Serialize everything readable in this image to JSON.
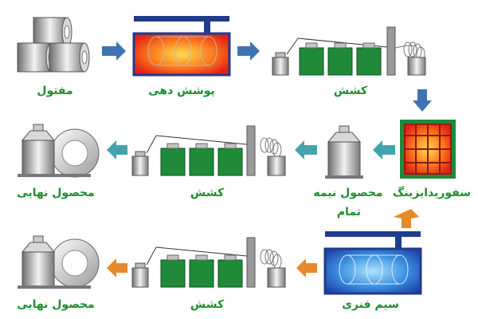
{
  "colors": {
    "label_green": "#1e8f2f",
    "arrow_blue": "#3f74b4",
    "arrow_teal": "#44a4ad",
    "arrow_orange": "#e68a2a",
    "tank_green": "#1f8a3a",
    "press_navy": "#1f3b8c"
  },
  "steps": {
    "wire_rod": "مفتول",
    "coating": "پوشش دهی",
    "drawing_1": "کشش",
    "spheroidizing": "سفوریدایزینگ",
    "semi_finished_line1": "محصول نیمه",
    "semi_finished_line2": "تمام",
    "drawing_2": "کشش",
    "final_product_1": "محصول نهایی",
    "spring_wire": "سیم فنری",
    "drawing_3": "کشش",
    "final_product_2": "محصول نهایی"
  },
  "icons": [
    "wire-coil-stack-icon",
    "coating-bath-icon",
    "drawing-machine-icon",
    "spheroidizing-furnace-icon",
    "semi-finished-coil-icon",
    "final-coil-icon",
    "spring-wire-bath-icon",
    "arrow-icon"
  ]
}
